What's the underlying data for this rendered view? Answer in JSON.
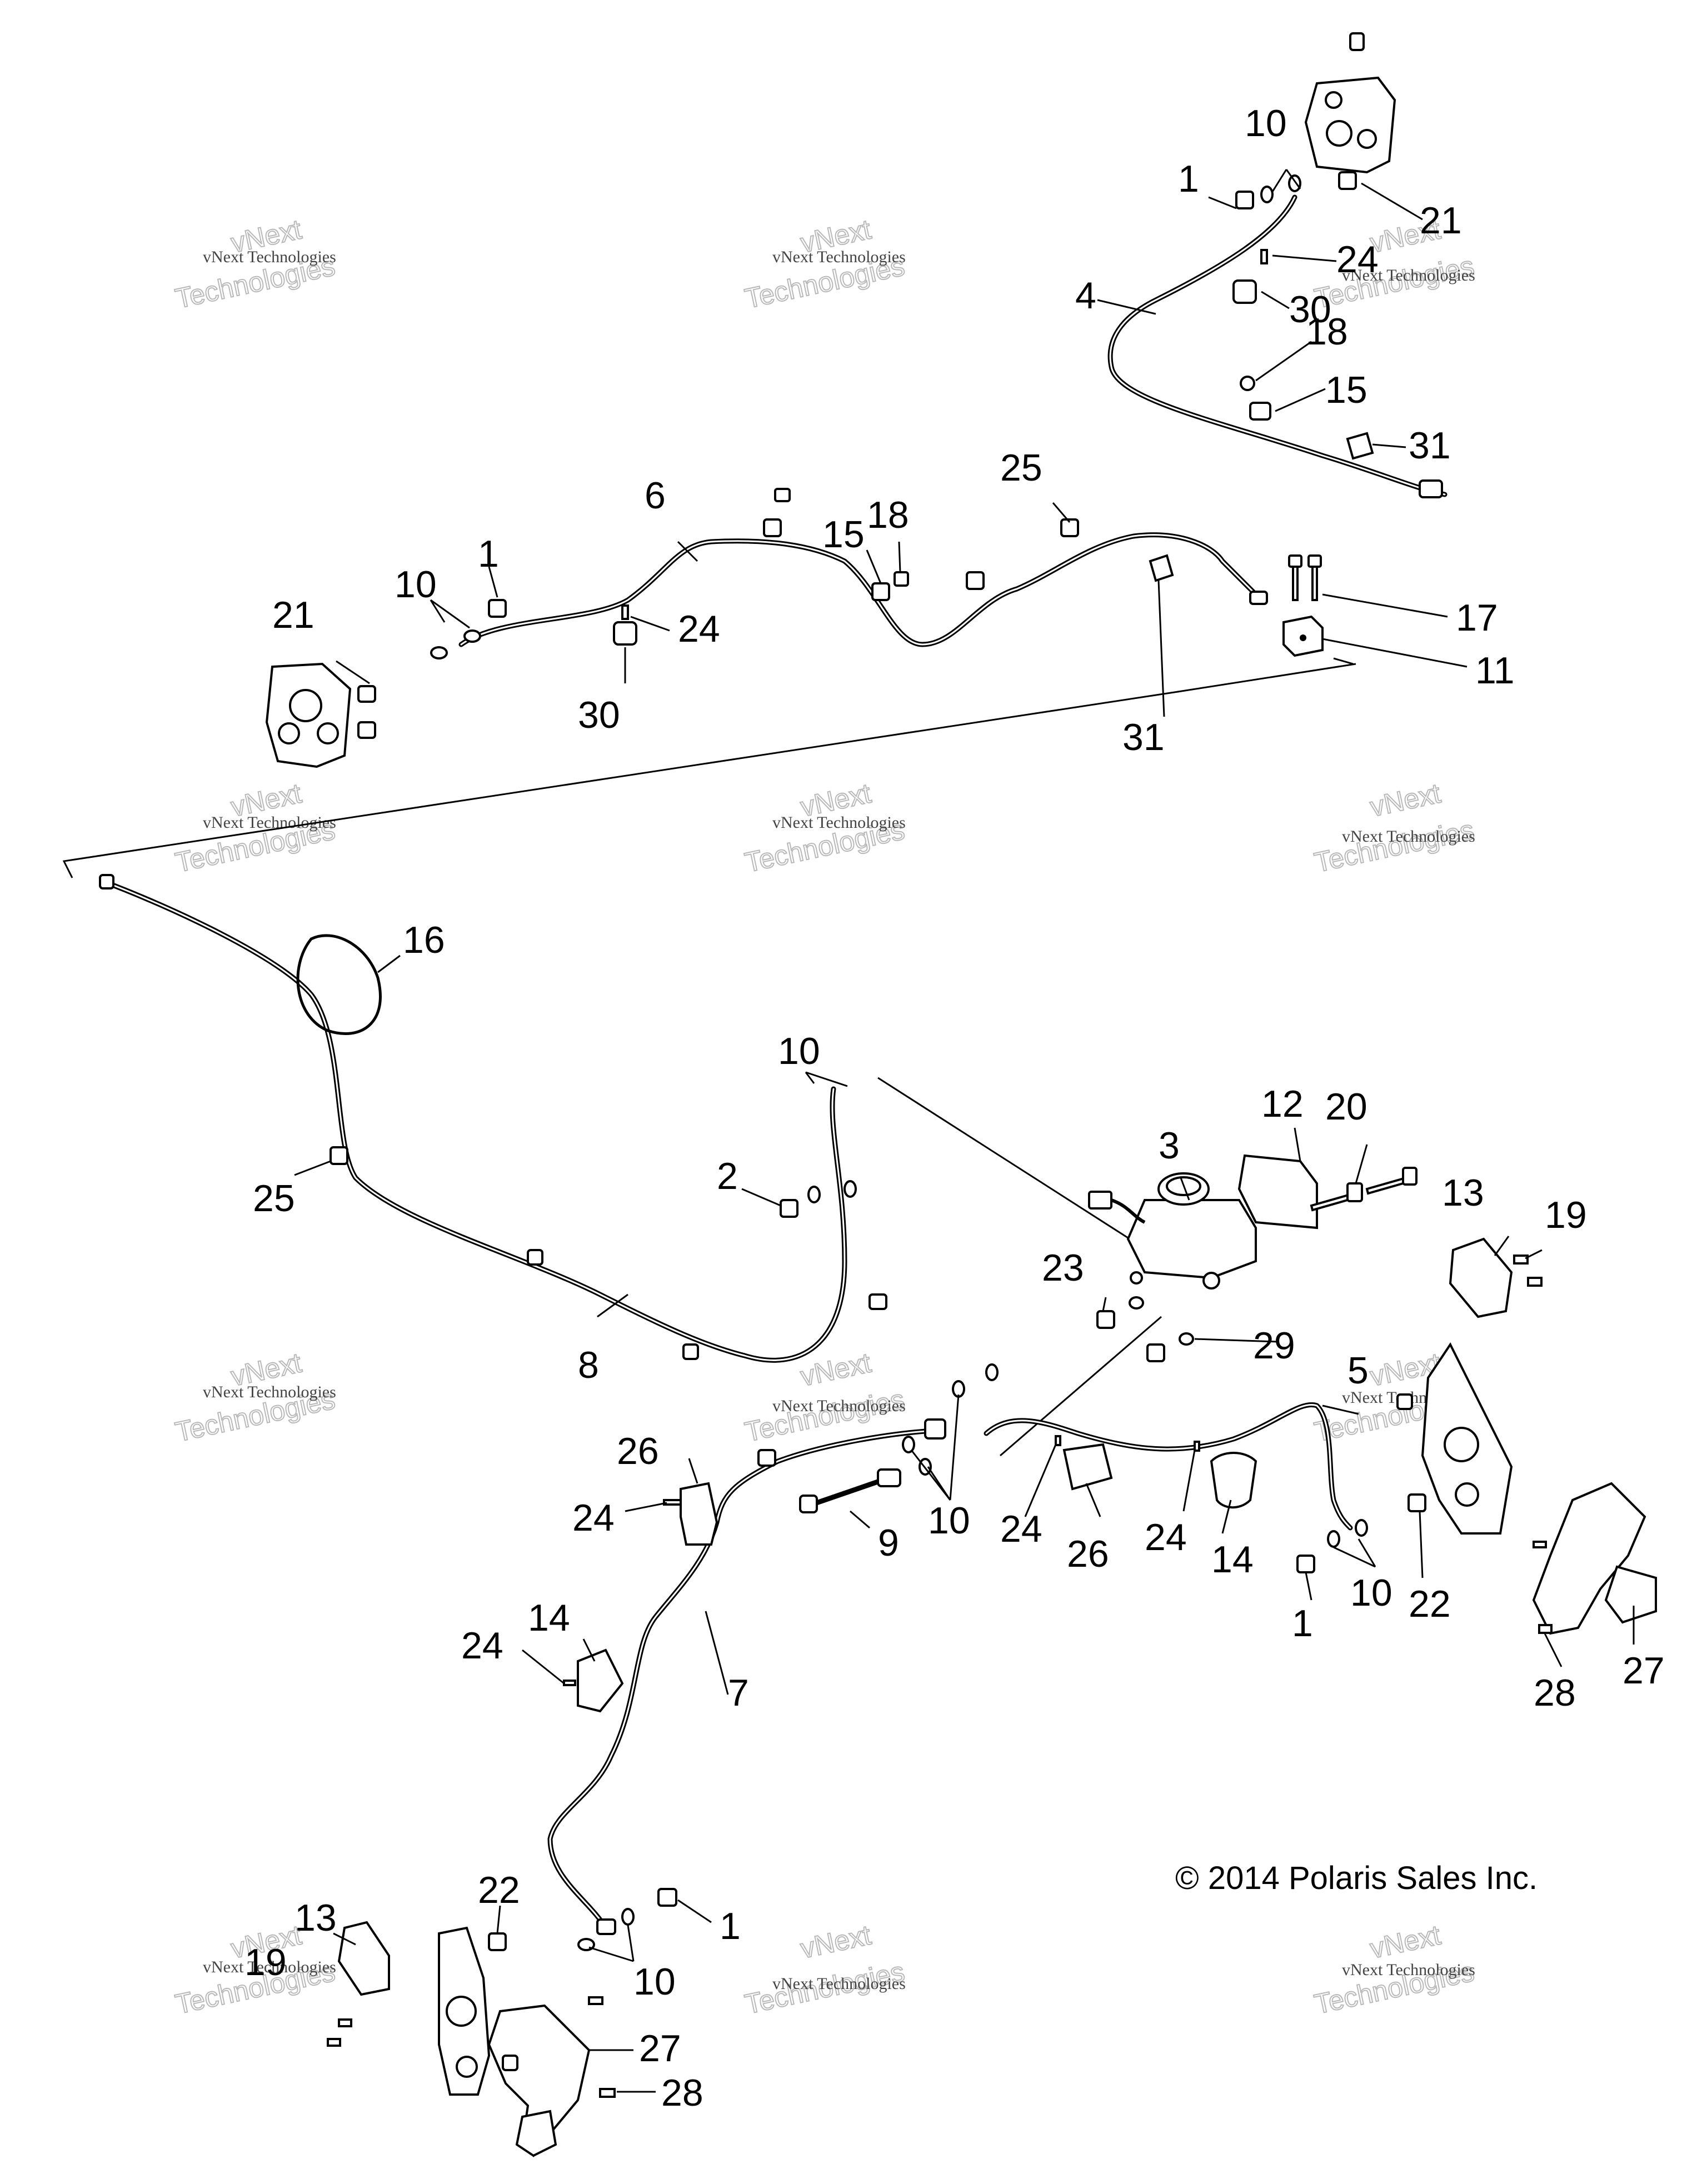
{
  "diagram": {
    "copyright": "© 2014 Polaris Sales Inc.",
    "watermark": {
      "line1": "vNext Technologies",
      "line2": "vNext",
      "line3": "Technologies"
    },
    "callouts": [
      {
        "id": "c10a",
        "text": "10"
      },
      {
        "id": "c1a",
        "text": "1"
      },
      {
        "id": "c21a",
        "text": "21"
      },
      {
        "id": "c24a",
        "text": "24"
      },
      {
        "id": "c4",
        "text": "4"
      },
      {
        "id": "c30a",
        "text": "30"
      },
      {
        "id": "c18a",
        "text": "18"
      },
      {
        "id": "c15a",
        "text": "15"
      },
      {
        "id": "c31a",
        "text": "31"
      },
      {
        "id": "c6",
        "text": "6"
      },
      {
        "id": "c25a",
        "text": "25"
      },
      {
        "id": "c15b",
        "text": "15"
      },
      {
        "id": "c18b",
        "text": "18"
      },
      {
        "id": "c10b",
        "text": "10"
      },
      {
        "id": "c1b",
        "text": "1"
      },
      {
        "id": "c21b",
        "text": "21"
      },
      {
        "id": "c24b",
        "text": "24"
      },
      {
        "id": "c30b",
        "text": "30"
      },
      {
        "id": "c17",
        "text": "17"
      },
      {
        "id": "c11",
        "text": "11"
      },
      {
        "id": "c31b",
        "text": "31"
      },
      {
        "id": "c16",
        "text": "16"
      },
      {
        "id": "c25b",
        "text": "25"
      },
      {
        "id": "c10c",
        "text": "10"
      },
      {
        "id": "c2",
        "text": "2"
      },
      {
        "id": "c3",
        "text": "3"
      },
      {
        "id": "c12",
        "text": "12"
      },
      {
        "id": "c20",
        "text": "20"
      },
      {
        "id": "c13a",
        "text": "13"
      },
      {
        "id": "c19a",
        "text": "19"
      },
      {
        "id": "c23",
        "text": "23"
      },
      {
        "id": "c29",
        "text": "29"
      },
      {
        "id": "c8",
        "text": "8"
      },
      {
        "id": "c5",
        "text": "5"
      },
      {
        "id": "c26a",
        "text": "26"
      },
      {
        "id": "c24c",
        "text": "24"
      },
      {
        "id": "c9",
        "text": "9"
      },
      {
        "id": "c10d",
        "text": "10"
      },
      {
        "id": "c24d",
        "text": "24"
      },
      {
        "id": "c26b",
        "text": "26"
      },
      {
        "id": "c24e",
        "text": "24"
      },
      {
        "id": "c14a",
        "text": "14"
      },
      {
        "id": "c1c",
        "text": "1"
      },
      {
        "id": "c10e",
        "text": "10"
      },
      {
        "id": "c22a",
        "text": "22"
      },
      {
        "id": "c14b",
        "text": "14"
      },
      {
        "id": "c24f",
        "text": "24"
      },
      {
        "id": "c7",
        "text": "7"
      },
      {
        "id": "c28a",
        "text": "28"
      },
      {
        "id": "c27a",
        "text": "27"
      },
      {
        "id": "c13b",
        "text": "13"
      },
      {
        "id": "c22b",
        "text": "22"
      },
      {
        "id": "c1d",
        "text": "1"
      },
      {
        "id": "c19b",
        "text": "19"
      },
      {
        "id": "c10f",
        "text": "10"
      },
      {
        "id": "c27b",
        "text": "27"
      },
      {
        "id": "c28b",
        "text": "28"
      }
    ]
  }
}
